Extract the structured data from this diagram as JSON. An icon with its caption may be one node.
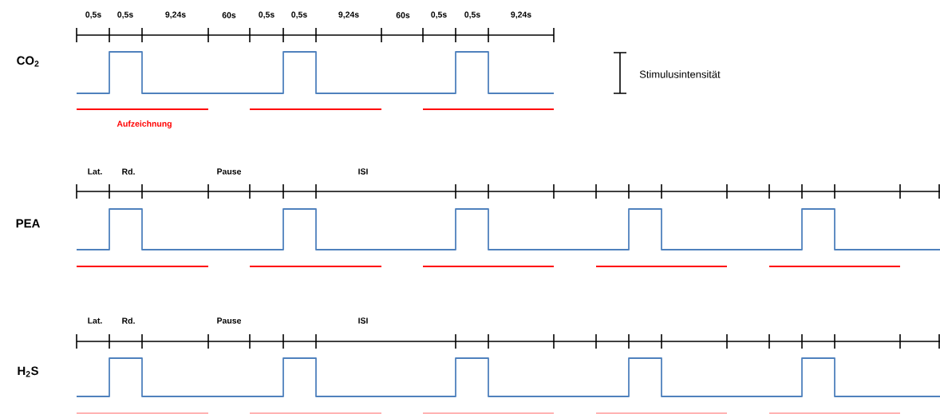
{
  "diagram": {
    "labels": [
      "0,5s",
      "0,5s",
      "9,24s",
      "60s",
      "0,5s",
      "0,5s",
      "9,24s",
      "60s",
      "0,5s",
      "0,5s",
      "9,24s",
      "CO$_{2}$",
      "Stimulusintensität",
      "Aufzeichnung",
      "Lat.",
      "Rd.",
      "Pause",
      "ISI",
      "PEA",
      "Lat.",
      "Rd.",
      "Pause",
      "ISI",
      "H$_{2}$S"
    ]
  }
}
